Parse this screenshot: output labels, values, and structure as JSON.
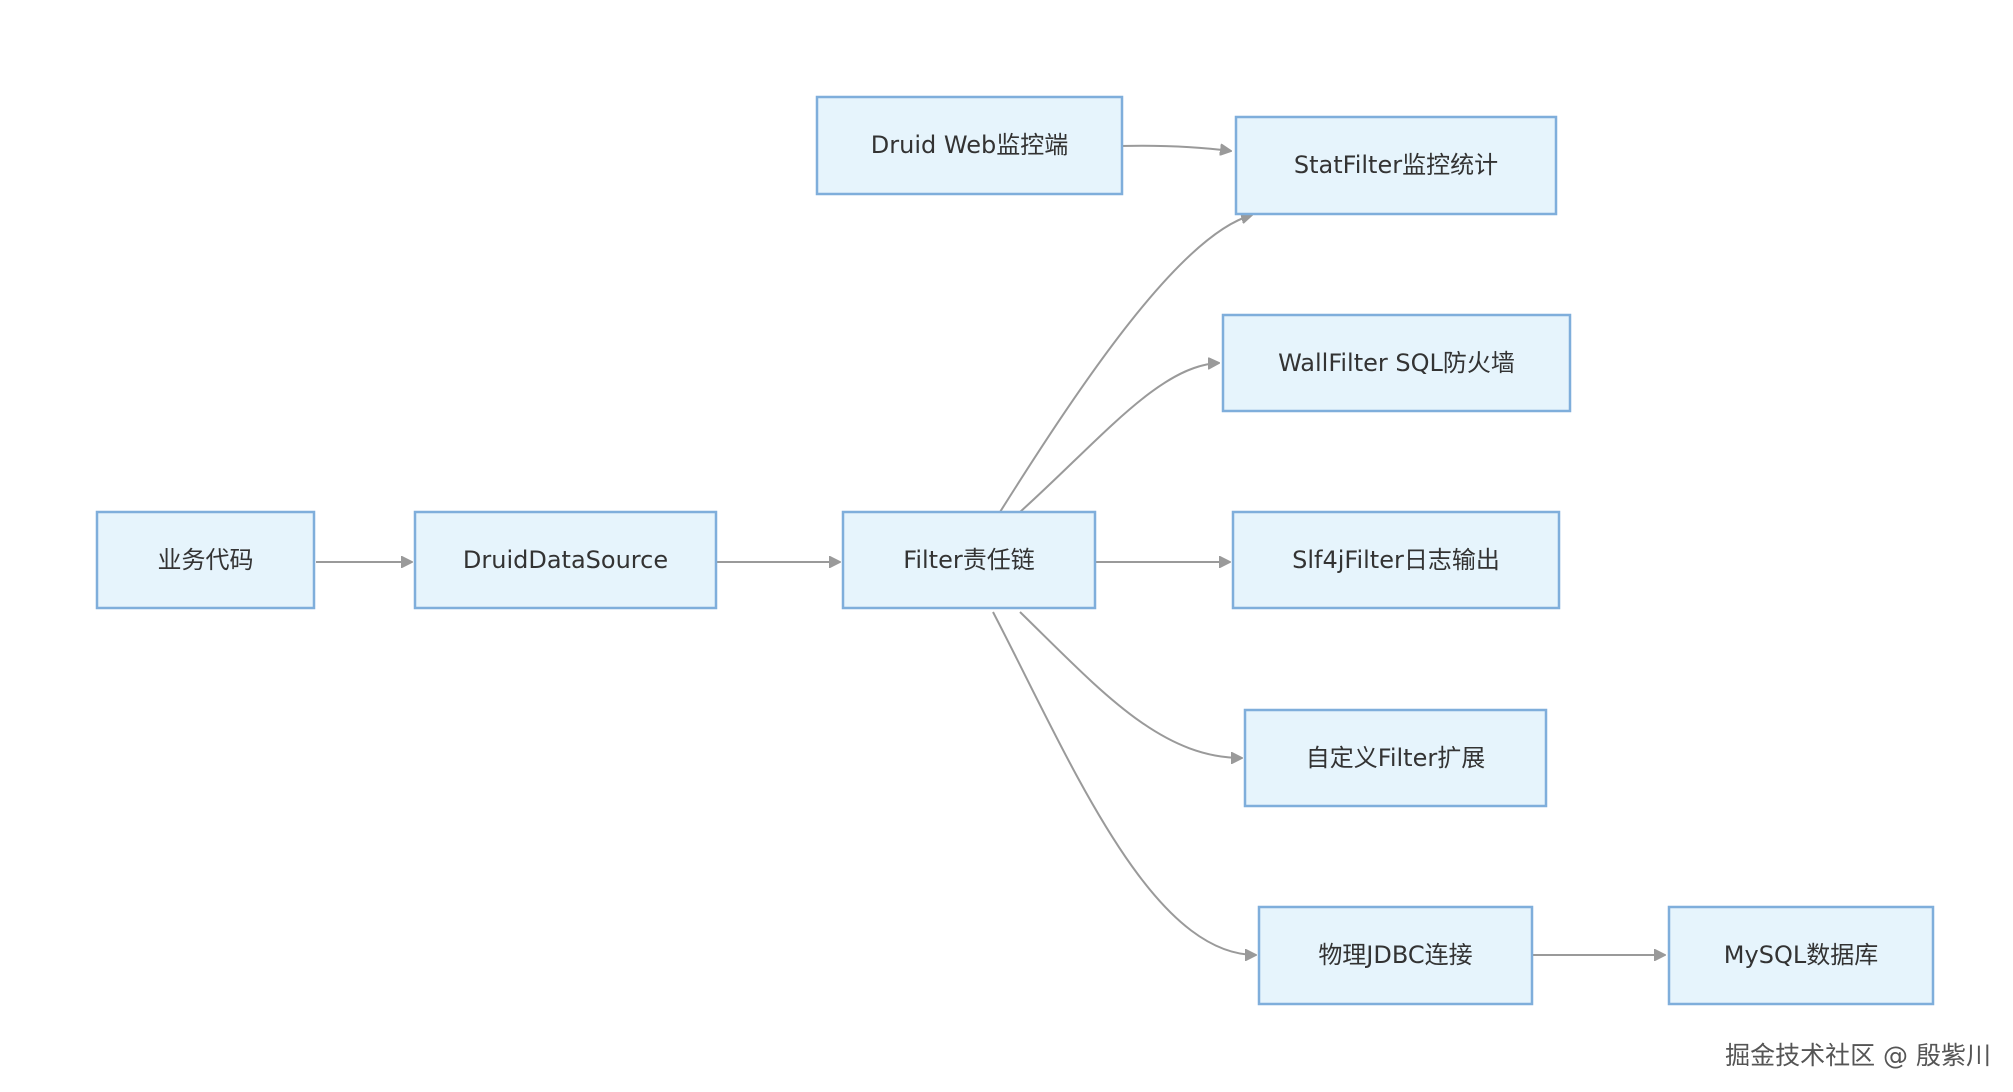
{
  "nodes": {
    "business_code": "业务代码",
    "druid_datasource": "DruidDataSource",
    "filter_chain": "Filter责任链",
    "druid_web_monitor": "Druid Web监控端",
    "stat_filter": "StatFilter监控统计",
    "wall_filter": "WallFilter SQL防火墙",
    "slf4j_filter": "Slf4jFilter日志输出",
    "custom_filter": "自定义Filter扩展",
    "physical_jdbc": "物理JDBC连接",
    "mysql_db": "MySQL数据库"
  },
  "edges": [
    {
      "from": "business_code",
      "to": "druid_datasource"
    },
    {
      "from": "druid_datasource",
      "to": "filter_chain"
    },
    {
      "from": "filter_chain",
      "to": "stat_filter"
    },
    {
      "from": "filter_chain",
      "to": "wall_filter"
    },
    {
      "from": "filter_chain",
      "to": "slf4j_filter"
    },
    {
      "from": "filter_chain",
      "to": "custom_filter"
    },
    {
      "from": "filter_chain",
      "to": "physical_jdbc"
    },
    {
      "from": "druid_web_monitor",
      "to": "stat_filter"
    },
    {
      "from": "physical_jdbc",
      "to": "mysql_db"
    }
  ],
  "colors": {
    "node_fill": "#e6f4fc",
    "node_border": "#7faedb",
    "edge": "#9a9a9a",
    "text": "#333333"
  },
  "watermark": "掘金技术社区 @ 殷紫川"
}
